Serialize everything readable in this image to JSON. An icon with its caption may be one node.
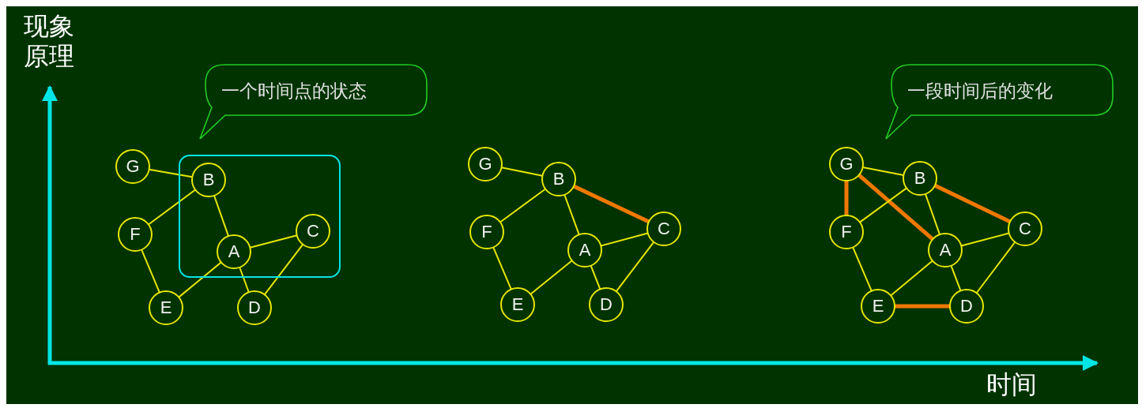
{
  "diagram": {
    "nodes": [
      {
        "text": [
          "一个时间点的状态"
        ]
      },
      {
        "text": [
          "一段时间后的变化"
        ]
      },
      {
        "text": [],
        "shape": "box"
      },
      {
        "text": [
          "G"
        ]
      },
      {
        "text": [
          "B"
        ],
        "in": 2
      },
      {
        "text": [
          "F"
        ]
      },
      {
        "text": [
          "A"
        ],
        "in": 2
      },
      {
        "text": [
          "C"
        ],
        "in": 2
      },
      {
        "text": [
          "E"
        ]
      },
      {
        "text": [
          "D"
        ]
      },
      {
        "text": [
          "G"
        ]
      },
      {
        "text": [
          "B"
        ]
      },
      {
        "text": [
          "F"
        ]
      },
      {
        "text": [
          "A"
        ]
      },
      {
        "text": [
          "C"
        ]
      },
      {
        "text": [
          "E"
        ]
      },
      {
        "text": [
          "D"
        ]
      },
      {
        "text": [
          "G"
        ]
      },
      {
        "text": [
          "B"
        ]
      },
      {
        "text": [
          "F"
        ]
      },
      {
        "text": [
          "A"
        ]
      },
      {
        "text": [
          "C"
        ]
      },
      {
        "text": [
          "E"
        ]
      },
      {
        "text": [
          "D"
        ]
      }
    ],
    "edges": [
      {
        "from": 3,
        "to": 4,
        "arrow": "none"
      },
      {
        "from": 4,
        "to": 5,
        "arrow": "none"
      },
      {
        "from": 4,
        "to": 6,
        "arrow": "none"
      },
      {
        "from": 6,
        "to": 7,
        "arrow": "none"
      },
      {
        "from": 5,
        "to": 8,
        "arrow": "none"
      },
      {
        "from": 6,
        "to": 8,
        "arrow": "none"
      },
      {
        "from": 6,
        "to": 9,
        "arrow": "none"
      },
      {
        "from": 7,
        "to": 9,
        "arrow": "none"
      },
      {
        "from": 10,
        "to": 11,
        "arrow": "none"
      },
      {
        "from": 11,
        "to": 12,
        "arrow": "none"
      },
      {
        "from": 11,
        "to": 13,
        "arrow": "none"
      },
      {
        "from": 11,
        "to": 14,
        "arrow": "none",
        "style": "thick",
        "color": "#f07800"
      },
      {
        "from": 13,
        "to": 14,
        "arrow": "none"
      },
      {
        "from": 12,
        "to": 15,
        "arrow": "none"
      },
      {
        "from": 13,
        "to": 15,
        "arrow": "none"
      },
      {
        "from": 13,
        "to": 16,
        "arrow": "none"
      },
      {
        "from": 14,
        "to": 16,
        "arrow": "none"
      },
      {
        "from": 17,
        "to": 18,
        "arrow": "none"
      },
      {
        "from": 17,
        "to": 19,
        "arrow": "none",
        "style": "thick",
        "color": "#f07800"
      },
      {
        "from": 17,
        "to": 20,
        "arrow": "none",
        "style": "thick",
        "color": "#f07800"
      },
      {
        "from": 18,
        "to": 19,
        "arrow": "none"
      },
      {
        "from": 18,
        "to": 20,
        "arrow": "none"
      },
      {
        "from": 18,
        "to": 21,
        "arrow": "none",
        "style": "thick",
        "color": "#f07800"
      },
      {
        "from": 20,
        "to": 21,
        "arrow": "none"
      },
      {
        "from": 19,
        "to": 22,
        "arrow": "none"
      },
      {
        "from": 20,
        "to": 22,
        "arrow": "none"
      },
      {
        "from": 20,
        "to": 23,
        "arrow": "none"
      },
      {
        "from": 21,
        "to": 23,
        "arrow": "none"
      },
      {
        "from": 22,
        "to": 23,
        "arrow": "none",
        "style": "thick",
        "color": "#f07800"
      }
    ],
    "labels": [
      "现象原理",
      "时间"
    ]
  }
}
